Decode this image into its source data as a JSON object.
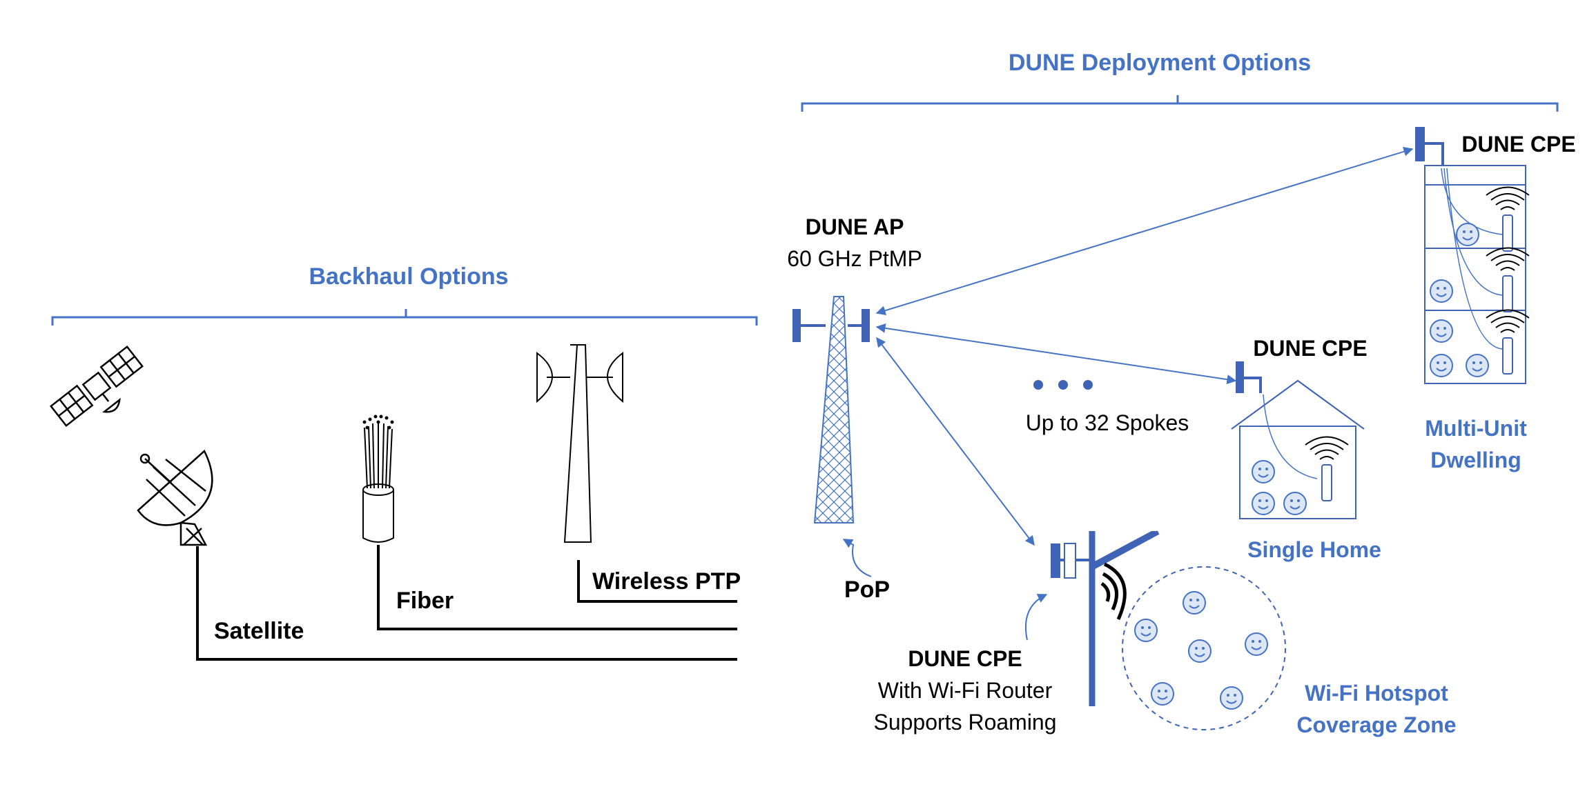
{
  "backhaul": {
    "heading": "Backhaul Options",
    "satellite_label": "Satellite",
    "fiber_label": "Fiber",
    "wireless_label": "Wireless PTP"
  },
  "deployment": {
    "heading": "DUNE Deployment Options",
    "ap_title": "DUNE AP",
    "ap_subtitle": "60 GHz PtMP",
    "pop_label": "PoP",
    "spokes_label": "Up to 32 Spokes",
    "cpe_home_title": "DUNE CPE",
    "single_home_label": "Single Home",
    "cpe_mdu_title": "DUNE CPE",
    "mdu_label_line1": "Multi-Unit",
    "mdu_label_line2": "Dwelling",
    "cpe_wifi_title": "DUNE CPE",
    "cpe_wifi_line1": "With Wi-Fi Router",
    "cpe_wifi_line2": "Supports Roaming",
    "hotspot_line1": "Wi-Fi Hotspot",
    "hotspot_line2": "Coverage Zone"
  },
  "colors": {
    "accent": "#4472C4",
    "antenna": "#3F63B5",
    "text": "#000000"
  }
}
